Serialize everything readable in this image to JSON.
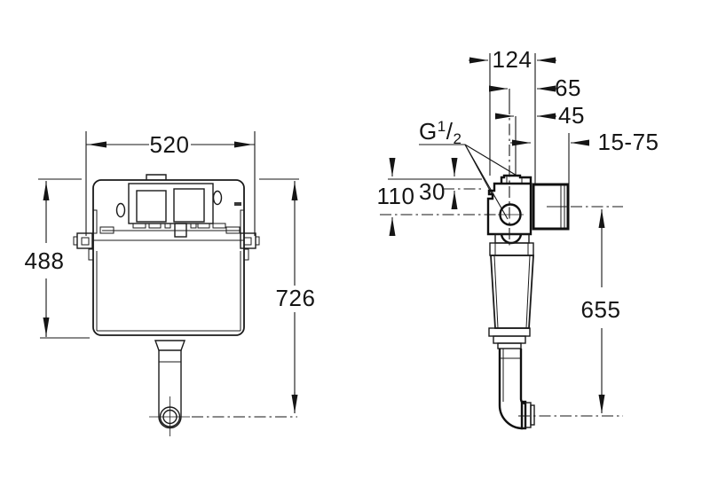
{
  "drawing": {
    "front_view": {
      "width_label": "520",
      "cistern_height_label": "488",
      "total_height_label": "726"
    },
    "side_view": {
      "depth_label": "124",
      "offset_65_label": "65",
      "offset_45_label": "45",
      "wall_adjust_label": "15-75",
      "offset_30_label": "30",
      "inlet_drop_label": "110",
      "outlet_drop_label": "655",
      "inlet_thread": {
        "letter": "G",
        "numerator": "1",
        "slash": "/",
        "denominator": "2"
      }
    },
    "colors": {
      "line": "#151515",
      "background": "#ffffff"
    }
  }
}
